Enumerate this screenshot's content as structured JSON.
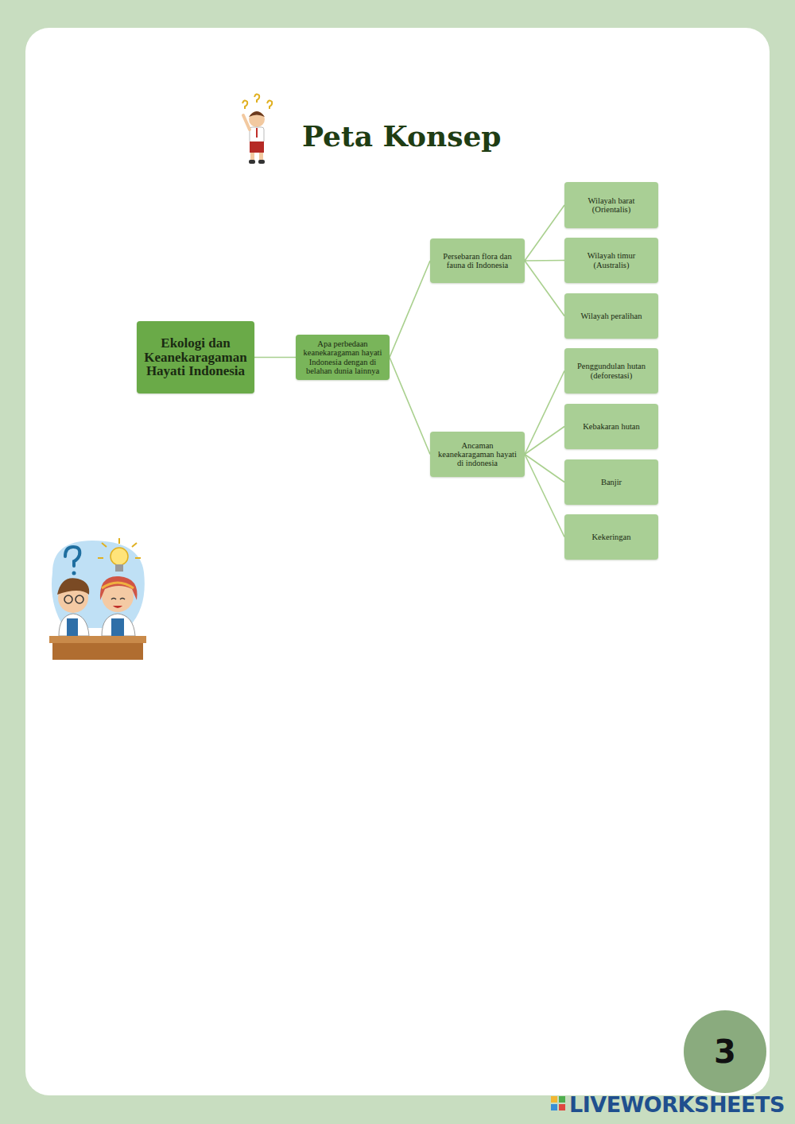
{
  "diagram": {
    "title": "Peta Konsep",
    "nodes": [
      {
        "text": [
          "Ekologi dan Keanekaragaman Hayati Indonesia"
        ]
      },
      {
        "text": [
          "Apa perbedaan keanekaragaman hayati Indonesia dengan di belahan dunia lainnya"
        ]
      },
      {
        "text": [
          "Persebaran flora dan fauna di Indonesia"
        ]
      },
      {
        "text": [
          "Wilayah barat (Orientalis)"
        ]
      },
      {
        "text": [
          "Wilayah timur (Australis)"
        ]
      },
      {
        "text": [
          "Wilayah peralihan"
        ]
      },
      {
        "text": [
          "Ancaman keanekaragaman hayati di indonesia"
        ]
      },
      {
        "text": [
          "Penggundulan hutan (deforestasi)"
        ]
      },
      {
        "text": [
          "Kebakaran hutan"
        ]
      },
      {
        "text": [
          "Banjir"
        ]
      },
      {
        "text": [
          "Kekeringan"
        ]
      },
      {
        "text": [
          "3"
        ]
      }
    ],
    "edges": [
      {
        "from": 0,
        "to": 1,
        "arrow": "none"
      },
      {
        "from": 1,
        "to": 2,
        "arrow": "none"
      },
      {
        "from": 1,
        "to": 6,
        "arrow": "none"
      },
      {
        "from": 2,
        "to": 3,
        "arrow": "none"
      },
      {
        "from": 2,
        "to": 4,
        "arrow": "none"
      },
      {
        "from": 2,
        "to": 5,
        "arrow": "none"
      },
      {
        "from": 6,
        "to": 7,
        "arrow": "none"
      },
      {
        "from": 6,
        "to": 8,
        "arrow": "none"
      },
      {
        "from": 6,
        "to": 9,
        "arrow": "none"
      },
      {
        "from": 6,
        "to": 10,
        "arrow": "none"
      }
    ],
    "labels": [
      "LIVEWORKSHEETS"
    ]
  }
}
